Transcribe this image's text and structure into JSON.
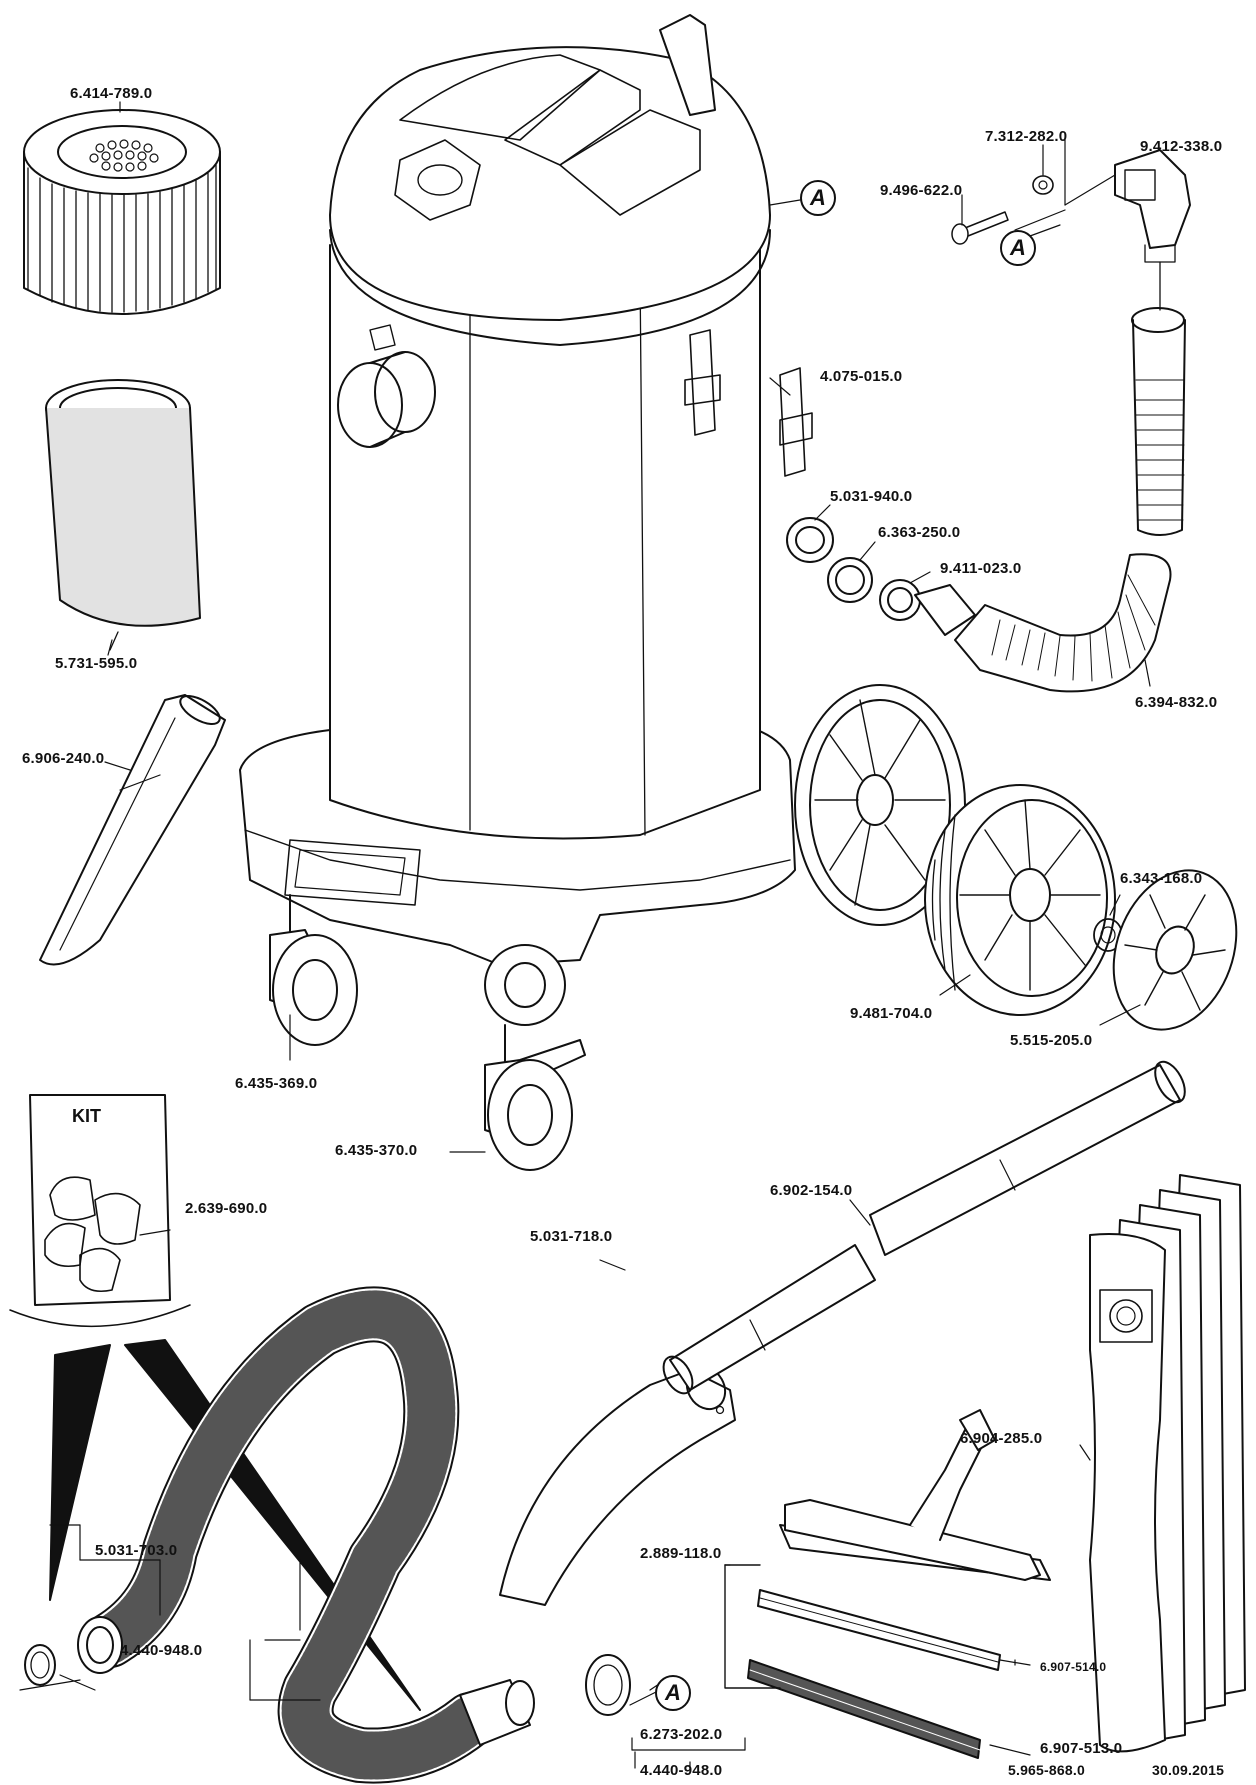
{
  "diagram": {
    "callout_letter": "A",
    "kit_label": "KIT",
    "footer": {
      "doc_number": "5.965-868.0",
      "date": "30.09.2015"
    },
    "parts": {
      "filter_cartridge": "6.414-789.0",
      "filter_bag": "5.731-595.0",
      "crevice_nozzle": "6.906-240.0",
      "castor_a": "6.435-369.0",
      "castor_b": "6.435-370.0",
      "latch": "4.075-015.0",
      "nut": "5.031-940.0",
      "seal_ring": "6.363-250.0",
      "hose_adapter": "9.411-023.0",
      "suction_hose_right": "6.394-832.0",
      "washer": "7.312-282.0",
      "screw": "9.496-622.0",
      "elbow": "9.412-338.0",
      "wheel_circlip": "6.343-168.0",
      "wheel": "9.481-704.0",
      "hub_cap": "5.515-205.0",
      "adapter_kit": "2.639-690.0",
      "clamp": "5.031-703.0",
      "suction_hose_left": "4.440-948.0",
      "hose_ring": "6.273-202.0",
      "hose_set_bottom": "4.440-948.0",
      "bend": "5.031-718.0",
      "extension_tube": "6.902-154.0",
      "floor_nozzle": "2.889-118.0",
      "strip_a": "6.907-514.0",
      "strip_b": "6.907-513.0",
      "paper_bags": "6.904-285.0"
    }
  }
}
